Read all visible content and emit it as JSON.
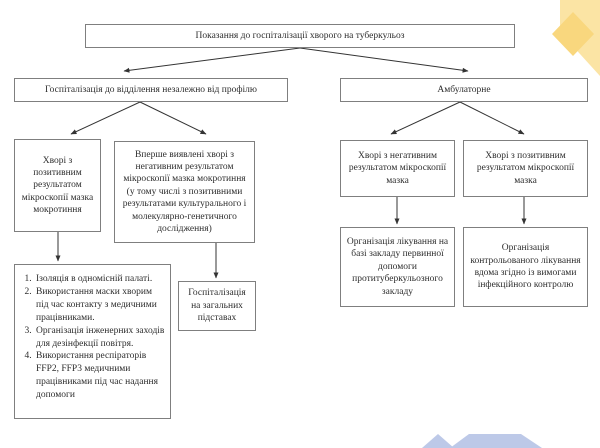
{
  "colors": {
    "box_border": "#7f7f7f",
    "arrow": "#333333",
    "decor_yellow_light": "#fbe4a4",
    "decor_yellow_dark": "#f9d77e",
    "decor_blue": "#bdc9e8"
  },
  "nodes": {
    "root": "Показання до госпіталізації хворого на туберкульоз",
    "inpatient": "Госпіталізація до відділення незалежно від профілю",
    "ambulatory": "Амбулаторне",
    "smear_positive": "Хворі з позитивним результатом мікроскопії мазка мокротиння",
    "first_detected_smear_negative": "Вперше виявлені хворі з негативним результатом мікроскопії мазка мокротиння (у тому числі з позитивними результатами культурального і молекулярно-генетичного дослідження)",
    "ambulatory_smear_negative": "Хворі з негативним результатом мікроскопії мазка",
    "ambulatory_smear_positive": "Хворі з позитивним результатом мікроскопії мазка",
    "general_grounds": "Госпіталізація на загальних підставах",
    "primary_care": "Організація лікування на базі закладу первинної допомоги протитуберкульозного закладу",
    "home_treatment": "Організація контрольованого лікування вдома згідно із вимогами інфекційного контролю"
  },
  "infection_control_measures": [
    "Ізоляція в одномісній палаті.",
    "Використання маски хворим під час контакту з медичними працівниками.",
    "Організація інженерних заходів для дезінфекції повітря.",
    "Використання респіраторів FFP2, FFP3 медичними працівниками під час надання допомоги"
  ]
}
